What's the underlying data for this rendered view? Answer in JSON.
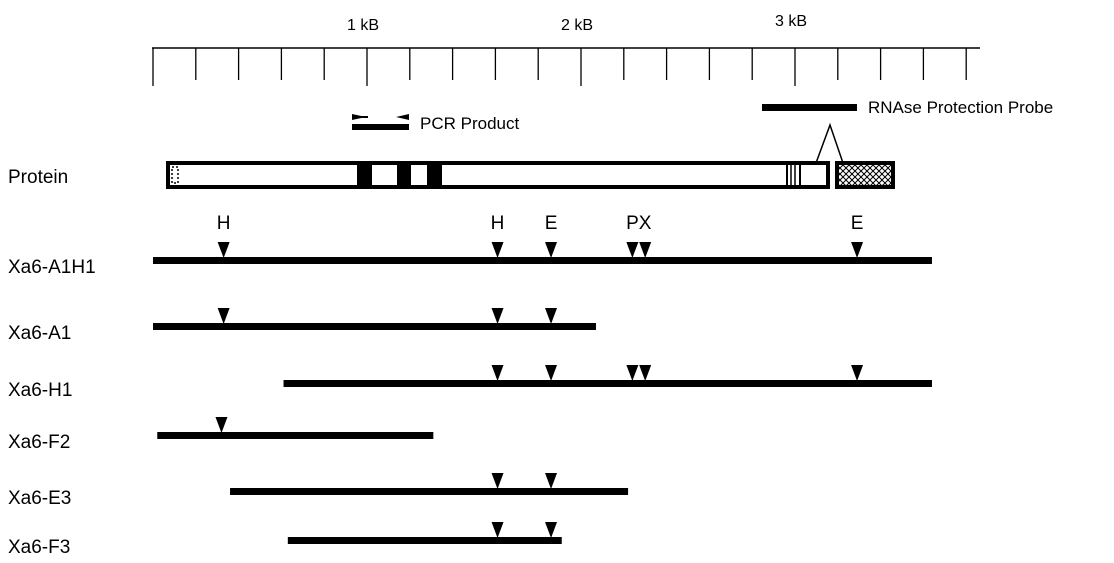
{
  "scale": {
    "labels": [
      "1 kB",
      "2 kB",
      "3 kB"
    ],
    "label_kb": [
      1,
      2,
      3
    ],
    "range_kb": [
      0,
      3.8
    ],
    "minor_step_kb": 0.2
  },
  "pcr_label": "PCR Product",
  "probe_label": "RNAse Protection Probe",
  "protein_label": "Protein",
  "site_labels": [
    {
      "text": "H",
      "kb": 0.33
    },
    {
      "text": "H",
      "kb": 1.61
    },
    {
      "text": "E",
      "kb": 1.86
    },
    {
      "text": "PX",
      "kb": 2.27
    },
    {
      "text": "E",
      "kb": 3.29
    }
  ],
  "clones": [
    {
      "name": "Xa6-A1H1",
      "start": 0.0,
      "end": 3.64,
      "sites": [
        0.33,
        1.61,
        1.86,
        2.24,
        2.3,
        3.29
      ]
    },
    {
      "name": "Xa6-A1",
      "start": 0.0,
      "end": 2.07,
      "sites": [
        0.33,
        1.61,
        1.86
      ]
    },
    {
      "name": "Xa6-H1",
      "start": 0.61,
      "end": 3.64,
      "sites": [
        1.61,
        1.86,
        2.24,
        2.3,
        3.29
      ]
    },
    {
      "name": "Xa6-F2",
      "start": 0.02,
      "end": 1.31,
      "sites": [
        0.32
      ]
    },
    {
      "name": "Xa6-E3",
      "start": 0.36,
      "end": 2.22,
      "sites": [
        1.61,
        1.86
      ]
    },
    {
      "name": "Xa6-F3",
      "start": 0.63,
      "end": 1.91,
      "sites": [
        1.61,
        1.86
      ]
    }
  ]
}
